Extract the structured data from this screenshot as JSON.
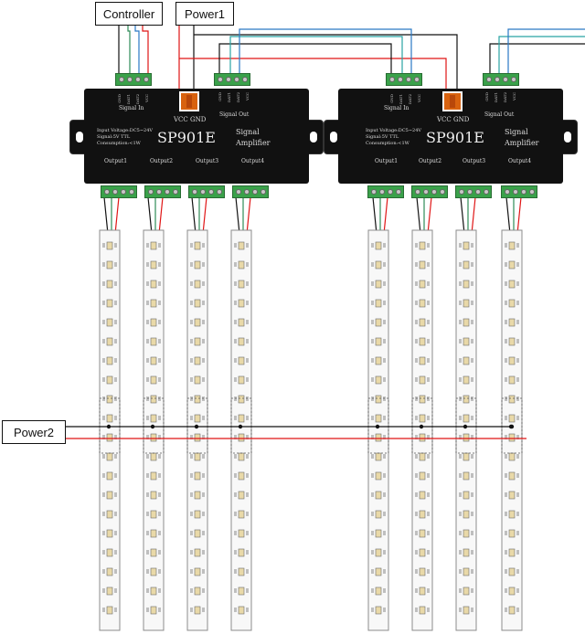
{
  "labels": {
    "controller": "Controller",
    "power1": "Power1",
    "power2": "Power2"
  },
  "amplifier": {
    "model": "SP901E",
    "title_line1": "Signal",
    "title_line2": "Amplifier",
    "vcc_gnd": "VCC GND",
    "signal_in": "Signal In",
    "signal_out": "Signal Out",
    "spec_voltage": "Input Voltage:DC5~24V",
    "spec_signal": "Signal:5V TTL",
    "spec_consumption": "Consumption:<1W",
    "outputs": [
      "Output1",
      "Output2",
      "Output3",
      "Output4"
    ],
    "pins": [
      "GND",
      "DAT1",
      "DAT2",
      "VCC"
    ]
  },
  "wire_colors": {
    "black": "#111111",
    "red": "#e01515",
    "green": "#2e8b57",
    "blue": "#2a79c4",
    "teal": "#29a3a3"
  },
  "colors": {
    "module_body": "#111111",
    "terminal": "#3aa14a",
    "fuse": "#d8620f",
    "led": "#e9d9a8"
  }
}
